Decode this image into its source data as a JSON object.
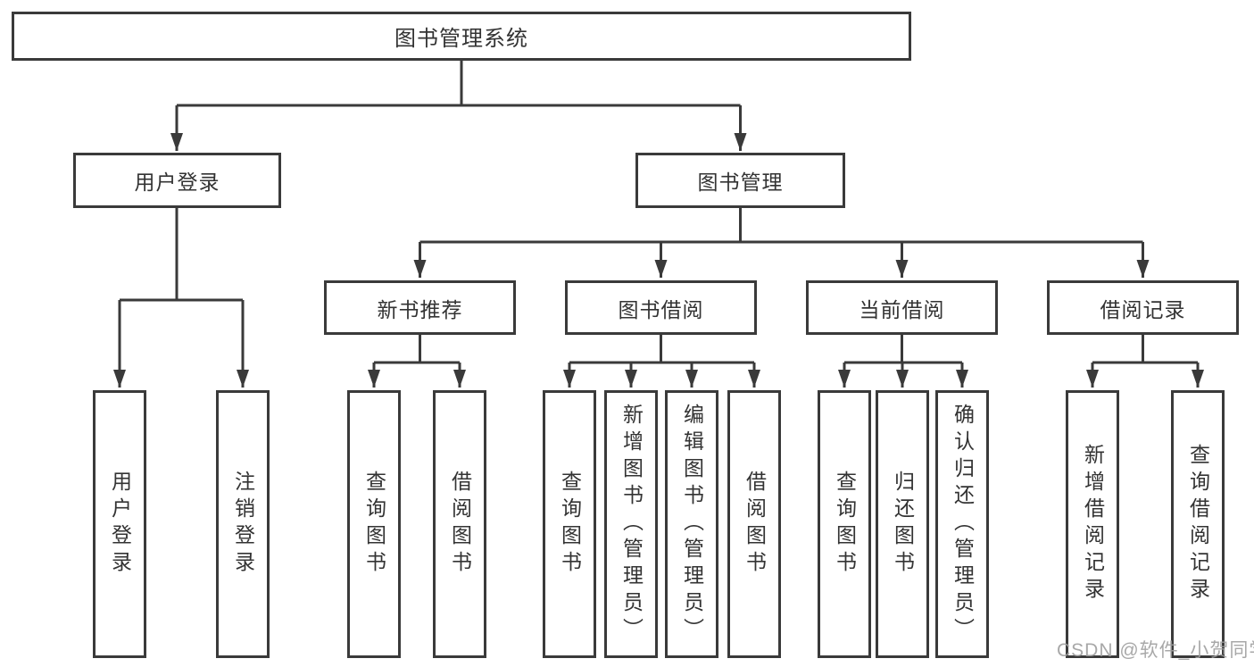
{
  "colors": {
    "background": "#ffffff",
    "line": "#3a3a3a",
    "box_border": "#3a3a3a",
    "text": "#333333",
    "watermark": "#9e9e9e"
  },
  "tree": {
    "root": {
      "label": "图书管理系统"
    },
    "children": [
      {
        "label": "用户登录",
        "children": [
          {
            "label": "用户登录"
          },
          {
            "label": "注销登录"
          }
        ]
      },
      {
        "label": "图书管理",
        "children": [
          {
            "label": "新书推荐",
            "children": [
              {
                "label": "查询图书"
              },
              {
                "label": "借阅图书"
              }
            ]
          },
          {
            "label": "图书借阅",
            "children": [
              {
                "label": "查询图书"
              },
              {
                "label": "新增图书（管理员）"
              },
              {
                "label": "编辑图书（管理员）"
              },
              {
                "label": "借阅图书"
              }
            ]
          },
          {
            "label": "当前借阅",
            "children": [
              {
                "label": "查询图书"
              },
              {
                "label": "归还图书"
              },
              {
                "label": "确认归还（管理员）"
              }
            ]
          },
          {
            "label": "借阅记录",
            "children": [
              {
                "label": "新增借阅记录"
              },
              {
                "label": "查询借阅记录"
              }
            ]
          }
        ]
      }
    ]
  },
  "watermark": {
    "text": "CSDN @软件_小贺同学"
  }
}
